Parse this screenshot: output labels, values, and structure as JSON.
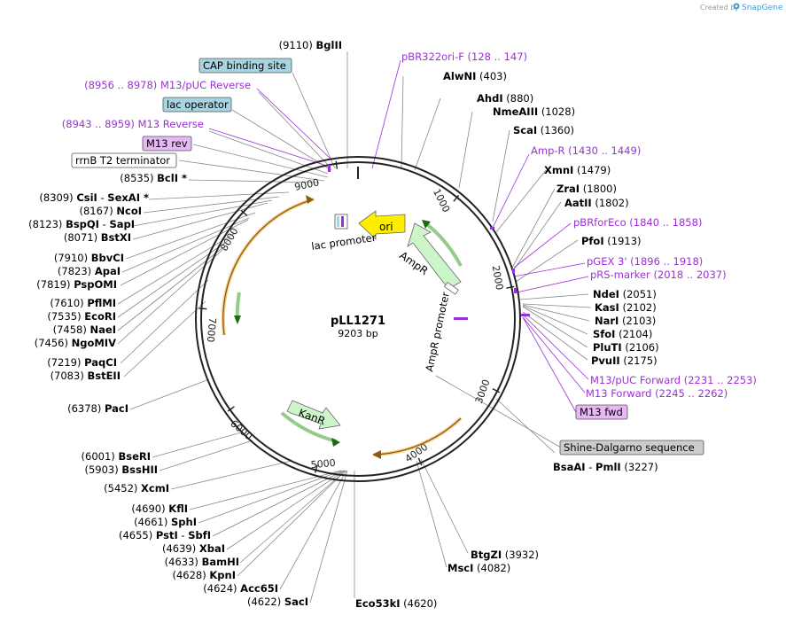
{
  "header": {
    "created_by": "Created by",
    "brand": "SnapGene"
  },
  "plasmid": {
    "name": "pLL1271",
    "size": "9203 bp"
  },
  "ring_ticks": [
    "1000",
    "2000",
    "3000",
    "4000",
    "5000",
    "6000",
    "7000",
    "8000",
    "9000"
  ],
  "features": {
    "ori": "ori",
    "ampr": "AmpR",
    "kanr": "KanR",
    "lac_promoter": "lac promoter",
    "ampr_promoter": "AmpR promoter"
  },
  "boxed_labels": {
    "cap": "CAP binding site",
    "lac_operator": "lac operator",
    "m13_rev": "M13 rev",
    "rrnb": "rrnB T2 terminator",
    "shine": "Shine-Dalgarno sequence",
    "m13_fwd": "M13 fwd"
  },
  "colors": {
    "purple": "#9b30d9",
    "feature_green": "#ccf5c9",
    "feature_yellow": "#ffee00",
    "cap_box": "#a7d4e0",
    "m13_box": "#e6b8f4",
    "shine_box": "#cccccc",
    "orf_orange": "#f0a830",
    "orf_green": "#3aa128"
  },
  "left_sites": [
    {
      "pos": "(9110)",
      "name": "BglII"
    },
    {
      "pos": "(8535)",
      "name": "BclI *"
    },
    {
      "pos": "(8309)",
      "name": "CsiI",
      "name2": "SexAI *"
    },
    {
      "pos": "(8167)",
      "name": "NcoI"
    },
    {
      "pos": "(8123)",
      "name": "BspQI",
      "name2": "SapI"
    },
    {
      "pos": "(8071)",
      "name": "BstXI"
    },
    {
      "pos": "(7910)",
      "name": "BbvCI"
    },
    {
      "pos": "(7823)",
      "name": "ApaI"
    },
    {
      "pos": "(7819)",
      "name": "PspOMI"
    },
    {
      "pos": "(7610)",
      "name": "PflMI"
    },
    {
      "pos": "(7535)",
      "name": "EcoRI"
    },
    {
      "pos": "(7458)",
      "name": "NaeI"
    },
    {
      "pos": "(7456)",
      "name": "NgoMIV"
    },
    {
      "pos": "(7219)",
      "name": "PaqCI"
    },
    {
      "pos": "(7083)",
      "name": "BstEII"
    },
    {
      "pos": "(6378)",
      "name": "PacI"
    },
    {
      "pos": "(6001)",
      "name": "BseRI"
    },
    {
      "pos": "(5903)",
      "name": "BssHII"
    },
    {
      "pos": "(5452)",
      "name": "XcmI"
    },
    {
      "pos": "(4690)",
      "name": "KflI"
    },
    {
      "pos": "(4661)",
      "name": "SphI"
    },
    {
      "pos": "(4655)",
      "name": "PstI",
      "name2": "SbfI"
    },
    {
      "pos": "(4639)",
      "name": "XbaI"
    },
    {
      "pos": "(4633)",
      "name": "BamHI"
    },
    {
      "pos": "(4628)",
      "name": "KpnI"
    },
    {
      "pos": "(4624)",
      "name": "Acc65I"
    },
    {
      "pos": "(4622)",
      "name": "SacI"
    }
  ],
  "left_primers": [
    {
      "range": "(8956 .. 8978)",
      "name": "M13/pUC Reverse"
    },
    {
      "range": "(8943 .. 8959)",
      "name": "M13 Reverse"
    }
  ],
  "right_sites": [
    {
      "name": "AlwNI",
      "pos": "(403)"
    },
    {
      "name": "AhdI",
      "pos": "(880)"
    },
    {
      "name": "NmeAIII",
      "pos": "(1028)"
    },
    {
      "name": "ScaI",
      "pos": "(1360)"
    },
    {
      "name": "XmnI",
      "pos": "(1479)"
    },
    {
      "name": "ZraI",
      "pos": "(1800)"
    },
    {
      "name": "AatII",
      "pos": "(1802)"
    },
    {
      "name": "PfoI",
      "pos": "(1913)"
    },
    {
      "name": "NdeI",
      "pos": "(2051)"
    },
    {
      "name": "KasI",
      "pos": "(2102)"
    },
    {
      "name": "NarI",
      "pos": "(2103)"
    },
    {
      "name": "SfoI",
      "pos": "(2104)"
    },
    {
      "name": "PluTI",
      "pos": "(2106)"
    },
    {
      "name": "PvuII",
      "pos": "(2175)"
    },
    {
      "name": "BsaAI",
      "name2": "PmlI",
      "pos": "(3227)"
    },
    {
      "name": "BtgZI",
      "pos": "(3932)"
    },
    {
      "name": "MscI",
      "pos": "(4082)"
    },
    {
      "name": "Eco53kI",
      "pos": "(4620)"
    }
  ],
  "right_primers": [
    {
      "name": "pBR322ori-F",
      "range": "(128 .. 147)"
    },
    {
      "name": "Amp-R",
      "range": "(1430 .. 1449)"
    },
    {
      "name": "pBRforEco",
      "range": "(1840 .. 1858)"
    },
    {
      "name": "pGEX 3'",
      "range": "(1896 .. 1918)"
    },
    {
      "name": "pRS-marker",
      "range": "(2018 .. 2037)"
    },
    {
      "name": "M13/pUC Forward",
      "range": "(2231 .. 2253)"
    },
    {
      "name": "M13 Forward",
      "range": "(2245 .. 2262)"
    }
  ]
}
